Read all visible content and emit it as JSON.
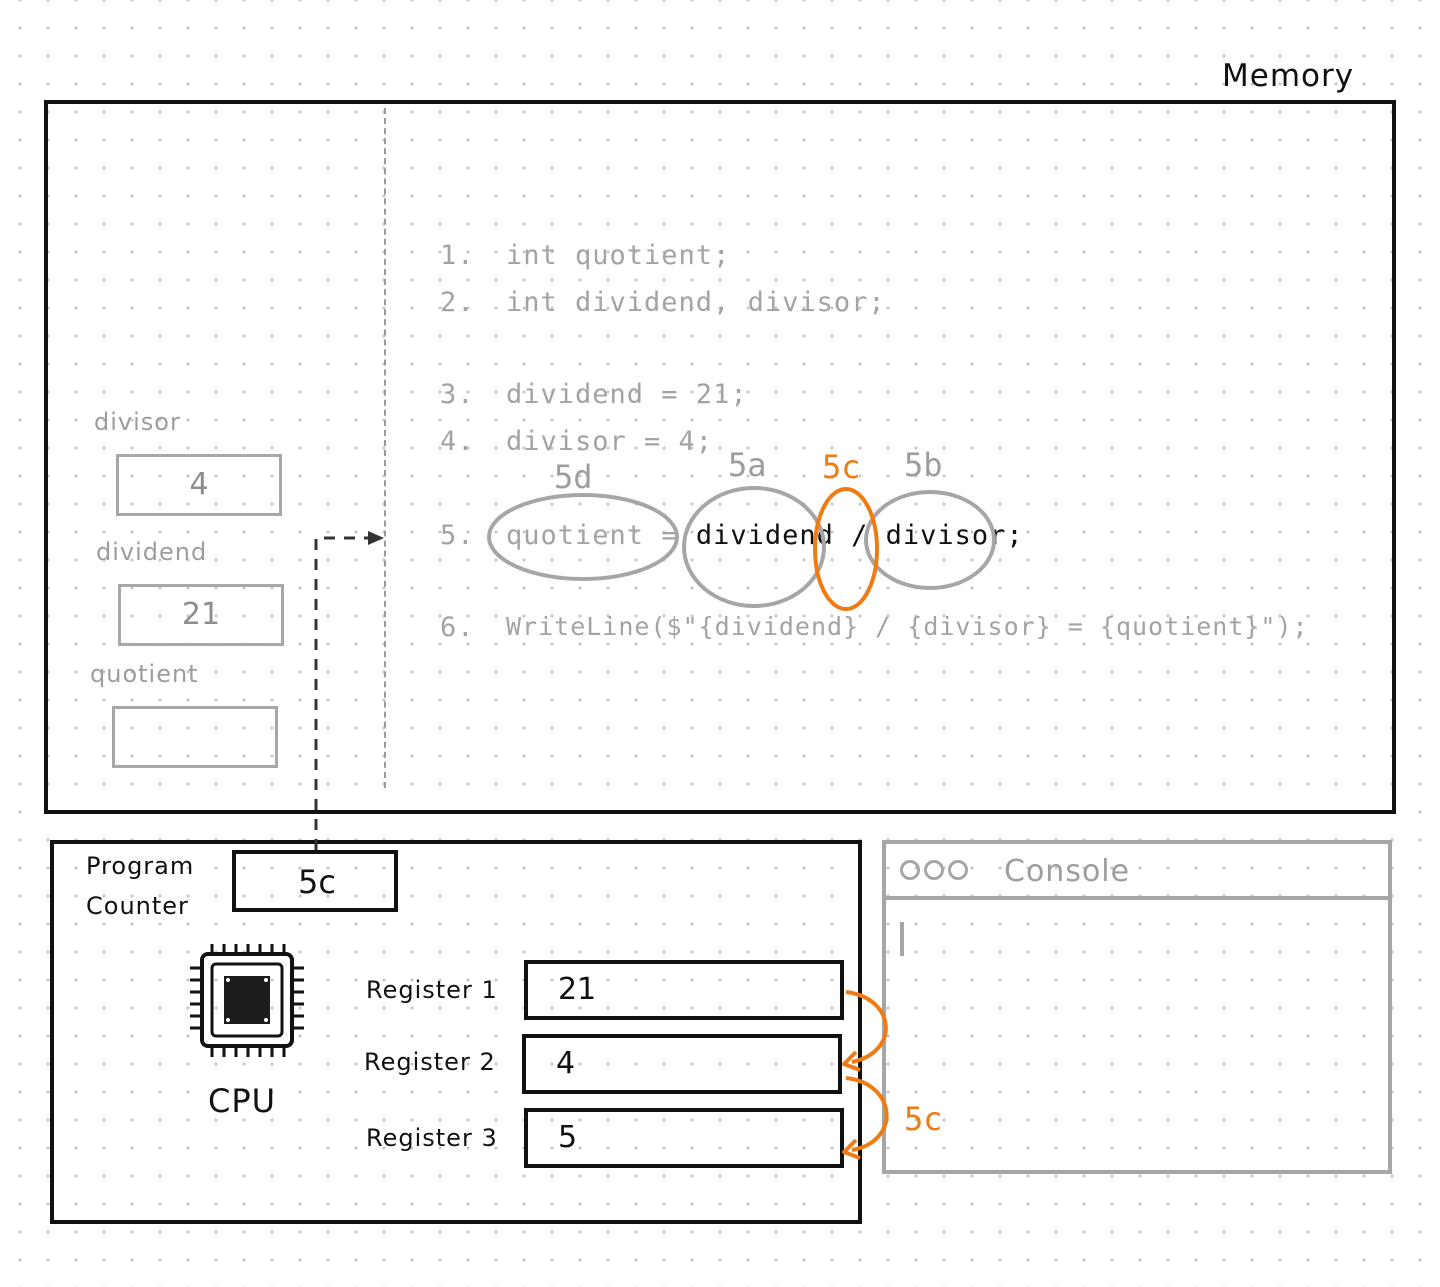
{
  "memory": {
    "title": "Memory",
    "variables": [
      {
        "name": "divisor",
        "value": "4"
      },
      {
        "name": "dividend",
        "value": "21"
      },
      {
        "name": "quotient",
        "value": ""
      }
    ],
    "code_lines": [
      {
        "num": "1.",
        "text": "int quotient;"
      },
      {
        "num": "2.",
        "text": "int dividend, divisor;"
      },
      {
        "num": "3.",
        "text": "dividend = 21;"
      },
      {
        "num": "4.",
        "text": "divisor = 4;"
      },
      {
        "num": "5.",
        "part1": "quotient = ",
        "part2": "dividend",
        "part3": " / ",
        "part4": "divisor;"
      },
      {
        "num": "6.",
        "text": "WriteLine($\"{dividend} / {divisor} = {quotient}\");"
      }
    ],
    "step_tags": [
      "5d",
      "5a",
      "5c",
      "5b"
    ],
    "highlight_color": "#f07b12"
  },
  "cpu": {
    "program_counter_label_1": "Program",
    "program_counter_label_2": "Counter",
    "program_counter_value": "5c",
    "chip_icon": "cpu-chip-icon",
    "label": "CPU",
    "registers": [
      {
        "label": "Register 1",
        "value": "21"
      },
      {
        "label": "Register 2",
        "value": "4"
      },
      {
        "label": "Register 3",
        "value": "5"
      }
    ],
    "operation_tag": "5c"
  },
  "console": {
    "title": "Console",
    "output": ""
  }
}
